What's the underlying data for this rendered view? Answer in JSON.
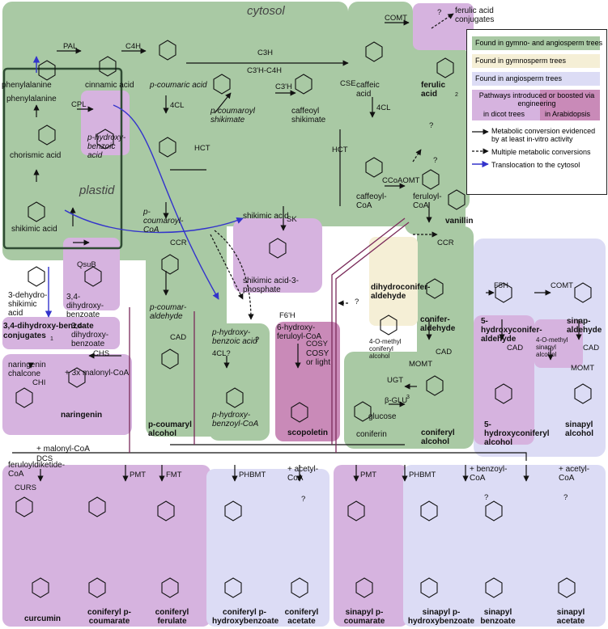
{
  "compartments": {
    "cytosol": "cytosol",
    "plastid": "plastid"
  },
  "colors": {
    "gymno_angio": "#a9c9a4",
    "gymno": "#f5efd6",
    "angio": "#dcdcf5",
    "dicot_engineered": "#d6b3df",
    "arabidopsis_engineered": "#c98ab8",
    "plastid_border": "#2f4b33",
    "translocation": "#3333cc"
  },
  "compounds": {
    "phenylalanine": "phenylalanine",
    "phenylalanine_plastid": "phenylalanine",
    "cinnamic_acid": "cinnamic acid",
    "p_coumaric_acid": "p-coumaric acid",
    "caffeic_acid": "caffeic acid",
    "ferulic_acid": "ferulic acid",
    "ferulic_acid_sup": "2",
    "ferulic_conjugates": "ferulic acid conjugates",
    "chorismic_acid": "chorismic acid",
    "p_hydroxybenzoic_acid": "p-hydroxy-benzoic acid",
    "shikimic_acid_plastid": "shikimic acid",
    "dehydroshikimic_acid": "3-dehydro-shikimic acid",
    "dihydroxybenzoate": "3,4-dihydroxy-benzoate",
    "dihydroxybenzoate_conj_1": "3,4-dihydroxy-benzoate",
    "dihydroxybenzoate_conj_2": "conjugates",
    "dihydroxybenzoate_conj_sup": "1",
    "dihydroxybenzoate_conj_out": "3,4-dihydroxy-benzoate",
    "p_coumaroyl_coa": "p-coumaroyl-CoA",
    "p_coumaroyl_shikimate": "p-coumaroyl shikimate",
    "caffeoyl_shikimate": "caffeoyl shikimate",
    "caffeoyl_coa": "caffeoyl-CoA",
    "feruloyl_coa": "feruloyl-CoA",
    "vanillin": "vanillin",
    "shikimic_acid": "shikimic acid",
    "shikimic_acid_3_phosphate": "shikimic acid-3-phosphate",
    "p_coumaraldehyde": "p-coumar-aldehyde",
    "p_hydroxybenzoic_acid_2": "p-hydroxy-benzoic acid",
    "p_hydroxybenzoyl_coa": "p-hydroxy-benzoyl-CoA",
    "hydroxyferuloyl_coa": "6-hydroxy-feruloyl-CoA",
    "scopoletin": "scopoletin",
    "dihydroconiferaldehyde": "dihydroconifer-aldehyde",
    "coniferaldehyde": "conifer-aldehyde",
    "hydroxyconiferaldehyde": "5-hydroxyconifer-aldehyde",
    "sinapaldehyde": "sinap-aldehyde",
    "methyl_coniferyl": "4-O-methyl coniferyl alcohol",
    "methyl_sinapyl": "4-O-methyl sinapyl alcohol",
    "p_coumaryl_alcohol": "p-coumaryl alcohol",
    "coniferin": "coniferin",
    "glucose": "glucose",
    "coniferyl_alcohol": "coniferyl alcohol",
    "hydroxyconiferyl_alcohol": "5-hydroxyconiferyl alcohol",
    "sinapyl_alcohol": "sinapyl alcohol",
    "naringenin_chalcone": "naringenin chalcone",
    "naringenin": "naringenin",
    "feruloyldiketide": "feruloyldiketide-CoA",
    "curcumin": "curcumin",
    "coniferyl_p_coumarate": "coniferyl p-coumarate",
    "coniferyl_ferulate": "coniferyl ferulate",
    "coniferyl_phb": "coniferyl p-hydroxybenzoate",
    "coniferyl_acetate": "coniferyl acetate",
    "sinapyl_p_coumarate": "sinapyl p-coumarate",
    "sinapyl_phb": "sinapyl p-hydroxybenzoate",
    "sinapyl_benzoate": "sinapyl benzoate",
    "sinapyl_acetate": "sinapyl acetate",
    "malonyl_coa_3x": "+ 3x malonyl-CoA",
    "malonyl_coa": "+ malonyl-CoA",
    "acetyl_coa_1": "+ acetyl-CoA",
    "benzoyl_coa": "+ benzoyl-CoA",
    "acetyl_coa_2": "+ acetyl-CoA",
    "cosy_light": "COSY or light"
  },
  "enzymes": {
    "pal": "PAL",
    "c4h": "C4H",
    "c3h": "C3H",
    "c3h_c4h": "C3'H-C4H",
    "comt": "COMT",
    "cse": "CSE",
    "fourcl_1": "4CL",
    "fourcl_2": "4CL",
    "fourcl_q": "4CL?",
    "hct_1": "HCT",
    "hct_2": "HCT",
    "c3h_2": "C3'H",
    "ccoaomt": "CCoAOMT",
    "ccr_1": "CCR",
    "ccr_2": "CCR",
    "cad_1": "CAD",
    "cad_2": "CAD",
    "cad_3": "CAD",
    "cad_4": "CAD",
    "f5h": "F5H",
    "comt_2": "COMT",
    "sk": "SK",
    "cpl": "CPL",
    "qsub": "QsuB",
    "chs": "CHS",
    "chi": "CHI",
    "f6h": "F6'H",
    "cosy": "COSY",
    "momt_1": "MOMT",
    "momt_2": "MOMT",
    "ugt": "UGT",
    "bglu": "β-GLU",
    "bglu_sup": "3",
    "dcs": "DCS",
    "curs": "CURS",
    "pmt_1": "PMT",
    "fmt": "FMT",
    "phbmt_1": "PHBMT",
    "pmt_2": "PMT",
    "phbmt_2": "PHBMT",
    "q1": "?",
    "q2": "?",
    "q3": "?",
    "q4": "?",
    "q5": "?",
    "q6": "?",
    "q7": "?",
    "q8": "?"
  },
  "legend": {
    "gymno_angio": "Found in gymno- and angiosperm trees",
    "gymno": "Found in gymnosperm trees",
    "angio": "Found in angiosperm trees",
    "engineered_title": "Pathways introduced or boosted via engineering",
    "dicot": "in dicot trees",
    "arabidopsis": "in Arabidopsis",
    "arrow_metabolic": "Metabolic conversion evidenced by at least in-vitro activity",
    "arrow_multiple": "Multiple metabolic conversions",
    "arrow_translocation": "Translocation to the cytosol"
  }
}
